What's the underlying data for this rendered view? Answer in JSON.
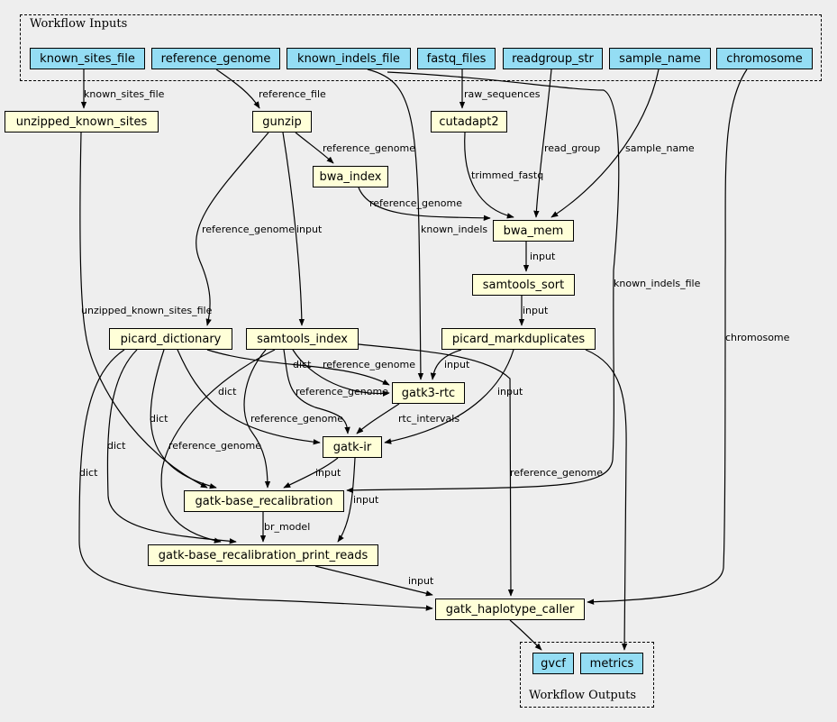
{
  "clusters": {
    "inputs_label": "Workflow Inputs",
    "outputs_label": "Workflow Outputs"
  },
  "inputs": [
    "known_sites_file",
    "reference_genome",
    "known_indels_file",
    "fastq_files",
    "readgroup_str",
    "sample_name",
    "chromosome"
  ],
  "steps": [
    "unzipped_known_sites",
    "gunzip",
    "cutadapt2",
    "bwa_index",
    "bwa_mem",
    "samtools_sort",
    "picard_dictionary",
    "samtools_index",
    "picard_markduplicates",
    "gatk3-rtc",
    "gatk-ir",
    "gatk-base_recalibration",
    "gatk-base_recalibration_print_reads",
    "gatk_haplotype_caller"
  ],
  "outputs": [
    "gvcf",
    "metrics"
  ],
  "edges": [
    {
      "from": "known_sites_file",
      "to": "unzipped_known_sites",
      "label": "known_sites_file"
    },
    {
      "from": "reference_genome",
      "to": "gunzip",
      "label": "reference_file"
    },
    {
      "from": "fastq_files",
      "to": "cutadapt2",
      "label": "raw_sequences"
    },
    {
      "from": "gunzip",
      "to": "bwa_index",
      "label": "reference_genome"
    },
    {
      "from": "readgroup_str",
      "to": "bwa_mem",
      "label": "read_group"
    },
    {
      "from": "sample_name",
      "to": "bwa_mem",
      "label": "sample_name"
    },
    {
      "from": "cutadapt2",
      "to": "bwa_mem",
      "label": "trimmed_fastq"
    },
    {
      "from": "bwa_index",
      "to": "bwa_mem",
      "label": "reference_genome"
    },
    {
      "from": "known_indels_file",
      "to": "gatk3-rtc",
      "label": "known_indels"
    },
    {
      "from": "gunzip",
      "to": "picard_dictionary",
      "label": "reference_genome"
    },
    {
      "from": "gunzip",
      "to": "samtools_index",
      "label": "input"
    },
    {
      "from": "bwa_mem",
      "to": "samtools_sort",
      "label": "input"
    },
    {
      "from": "known_indels_file",
      "to": "gatk-base_recalibration",
      "label": "known_indels_file"
    },
    {
      "from": "chromosome",
      "to": "gatk_haplotype_caller",
      "label": "chromosome"
    },
    {
      "from": "unzipped_known_sites",
      "to": "gatk-base_recalibration",
      "label": "unzipped_known_sites_file"
    },
    {
      "from": "samtools_sort",
      "to": "picard_markduplicates",
      "label": "input"
    },
    {
      "from": "picard_dictionary",
      "to": "gatk3-rtc",
      "label": "dict"
    },
    {
      "from": "samtools_index",
      "to": "gatk3-rtc",
      "label": "reference_genome"
    },
    {
      "from": "picard_markduplicates",
      "to": "gatk3-rtc",
      "label": "input"
    },
    {
      "from": "samtools_index",
      "to": "gatk-ir",
      "label": "reference_genome"
    },
    {
      "from": "picard_dictionary",
      "to": "gatk-ir",
      "label": "dict"
    },
    {
      "from": "gatk3-rtc",
      "to": "gatk-ir",
      "label": "rtc_intervals"
    },
    {
      "from": "picard_markduplicates",
      "to": "gatk-ir",
      "label": "input"
    },
    {
      "from": "samtools_index",
      "to": "gatk-base_recalibration",
      "label": "reference_genome"
    },
    {
      "from": "picard_dictionary",
      "to": "gatk-base_recalibration",
      "label": "dict"
    },
    {
      "from": "gatk-ir",
      "to": "gatk-base_recalibration",
      "label": "input"
    },
    {
      "from": "picard_dictionary",
      "to": "gatk-base_recalibration_print_reads",
      "label": "dict"
    },
    {
      "from": "samtools_index",
      "to": "gatk-base_recalibration_print_reads",
      "label": "reference_genome"
    },
    {
      "from": "gatk-base_recalibration",
      "to": "gatk-base_recalibration_print_reads",
      "label": "br_model"
    },
    {
      "from": "gatk-ir",
      "to": "gatk-base_recalibration_print_reads",
      "label": "input"
    },
    {
      "from": "samtools_index",
      "to": "gatk_haplotype_caller",
      "label": "reference_genome"
    },
    {
      "from": "gatk-base_recalibration_print_reads",
      "to": "gatk_haplotype_caller",
      "label": "input"
    },
    {
      "from": "picard_dictionary",
      "to": "gatk_haplotype_caller",
      "label": "dict"
    },
    {
      "from": "gatk_haplotype_caller",
      "to": "gvcf",
      "label": ""
    },
    {
      "from": "picard_markduplicates",
      "to": "metrics",
      "label": ""
    }
  ],
  "colors": {
    "input_fill": "#94ddf4",
    "step_fill": "#ffffd8",
    "background": "#eeeeee"
  }
}
